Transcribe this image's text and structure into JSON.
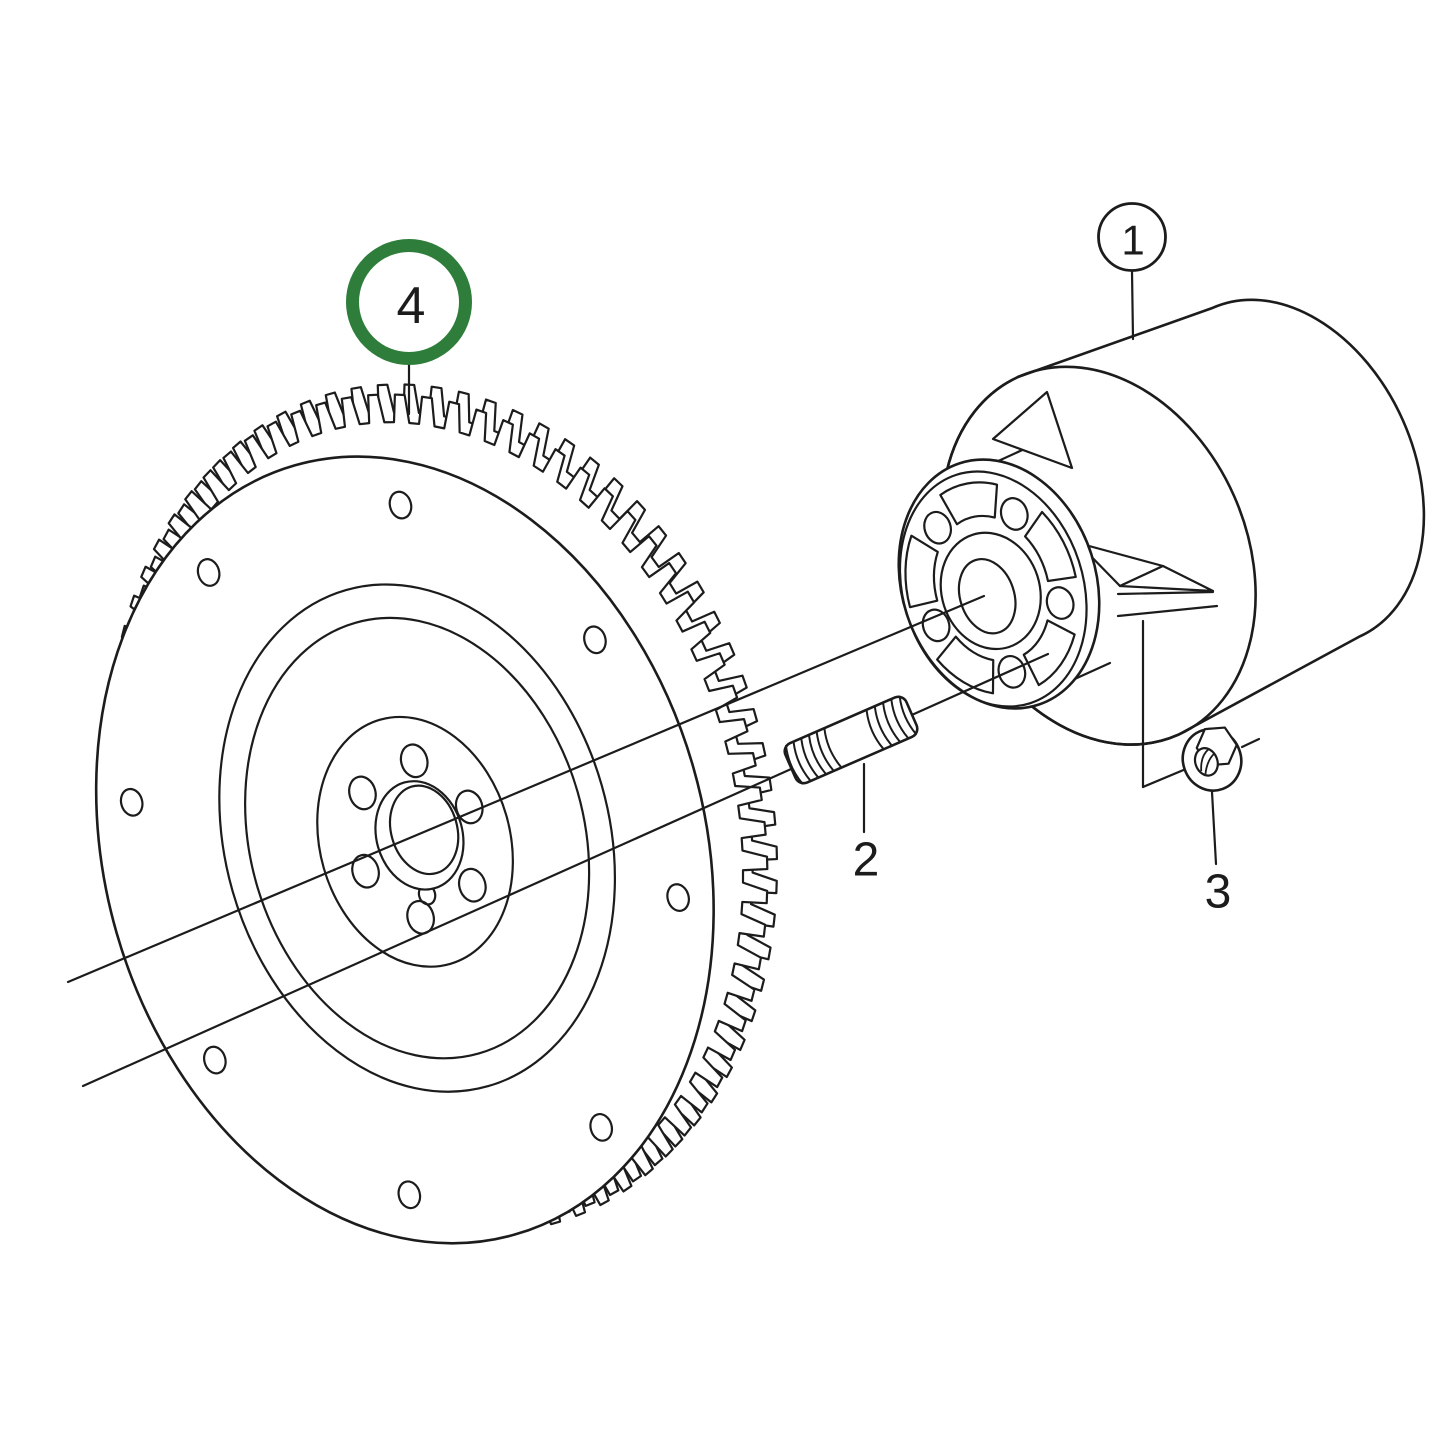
{
  "page": {
    "background_color": "#ffffff"
  },
  "diagram": {
    "type": "exploded-parts-drawing",
    "line_color": "#1c1c1c",
    "highlight_color": "#2e7d3a",
    "parts": [
      {
        "name": "coupling-drum",
        "callout": "1"
      },
      {
        "name": "stud",
        "callout": "2"
      },
      {
        "name": "flange-nut",
        "callout": "3"
      },
      {
        "name": "flywheel-ring-gear",
        "callout": "4"
      }
    ],
    "callouts": [
      {
        "label": "1",
        "marker": "thin-circle"
      },
      {
        "label": "2",
        "marker": "none"
      },
      {
        "label": "3",
        "marker": "none"
      },
      {
        "label": "4",
        "marker": "green-ring"
      }
    ]
  }
}
